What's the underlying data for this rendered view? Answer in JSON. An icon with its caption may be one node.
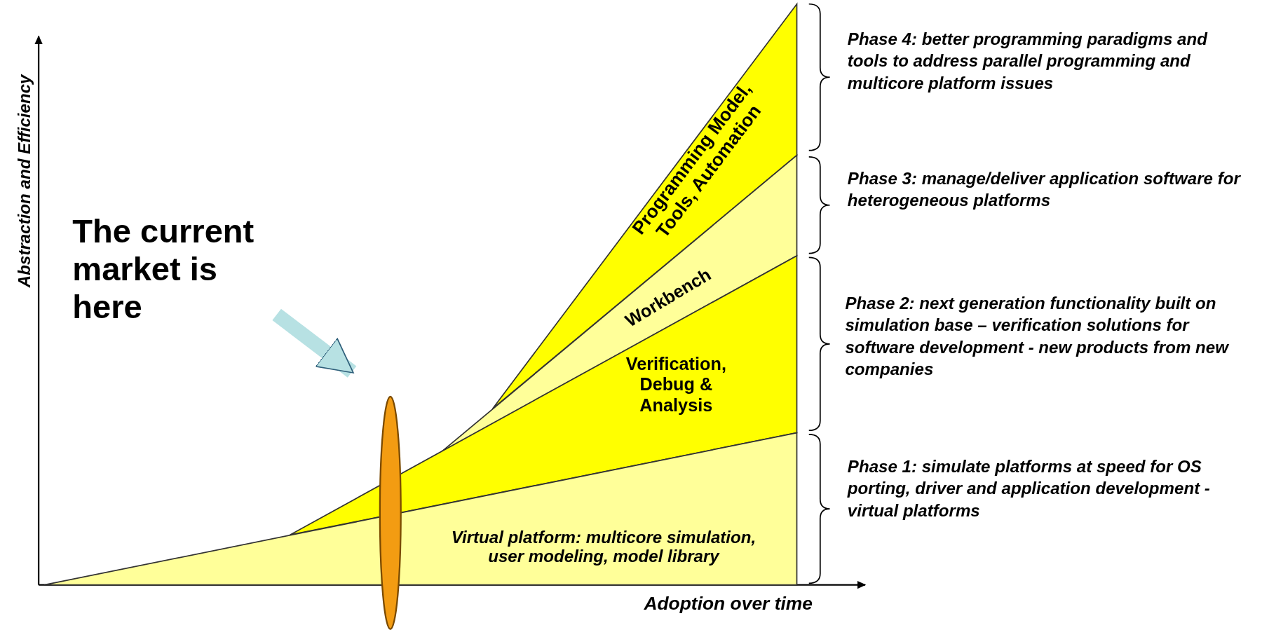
{
  "diagram": {
    "nodes": [
      {
        "text": [
          "The current market is here"
        ]
      },
      {
        "text": [
          "Programming Model, Tools, Automation"
        ]
      },
      {
        "text": [
          "Workbench"
        ]
      },
      {
        "text": [
          "Verification, Debug & Analysis"
        ]
      },
      {
        "text": [],
        "shape": "ellipse"
      },
      {
        "text": [
          "Virtual platform: multicore simulation, user modeling, model library"
        ]
      }
    ],
    "edges": [
      {
        "from": 0,
        "to": 4,
        "arrow": "to"
      }
    ],
    "labels": [
      "Abstraction and Efficiency",
      "Phase 4: better programming paradigms and tools to address parallel programming and multicore platform issues",
      "Phase 3: manage/deliver application software for heterogeneous platforms",
      "Phase 2: next generation functionality built on simulation base – verification solutions for software development - new products from new companies",
      "Phase 1: simulate platforms at speed for OS porting, driver and application development - virtual platforms",
      "Adoption over time"
    ]
  }
}
